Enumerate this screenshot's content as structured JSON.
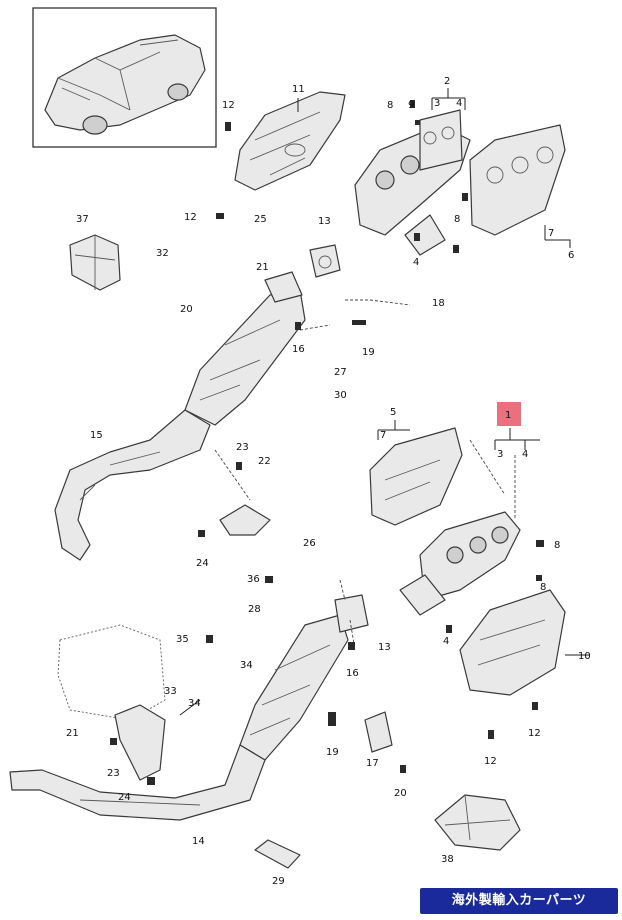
{
  "callouts": [
    {
      "id": "c2a",
      "text": "2"
    },
    {
      "id": "c3a",
      "text": "3"
    },
    {
      "id": "c4a",
      "text": "4"
    },
    {
      "id": "c5",
      "text": "5"
    },
    {
      "id": "c6",
      "text": "6"
    },
    {
      "id": "c7a",
      "text": "7"
    },
    {
      "id": "c7b",
      "text": "7"
    },
    {
      "id": "c8a",
      "text": "8"
    },
    {
      "id": "c8b",
      "text": "8"
    },
    {
      "id": "c9",
      "text": "9"
    },
    {
      "id": "c10",
      "text": "10"
    },
    {
      "id": "c11",
      "text": "11"
    },
    {
      "id": "c12a",
      "text": "12"
    },
    {
      "id": "c12b",
      "text": "12"
    },
    {
      "id": "c12c",
      "text": "12"
    },
    {
      "id": "c12d",
      "text": "12"
    },
    {
      "id": "c13a",
      "text": "13"
    },
    {
      "id": "c13b",
      "text": "13"
    },
    {
      "id": "c14",
      "text": "14"
    },
    {
      "id": "c15",
      "text": "15"
    },
    {
      "id": "c16a",
      "text": "16"
    },
    {
      "id": "c16b",
      "text": "16"
    },
    {
      "id": "c17",
      "text": "17"
    },
    {
      "id": "c18",
      "text": "18"
    },
    {
      "id": "c19a",
      "text": "19"
    },
    {
      "id": "c19b",
      "text": "19"
    },
    {
      "id": "c20a",
      "text": "20"
    },
    {
      "id": "c20b",
      "text": "20"
    },
    {
      "id": "c21a",
      "text": "21"
    },
    {
      "id": "c21b",
      "text": "21"
    },
    {
      "id": "c22",
      "text": "22"
    },
    {
      "id": "c23a",
      "text": "23"
    },
    {
      "id": "c23b",
      "text": "23"
    },
    {
      "id": "c24a",
      "text": "24"
    },
    {
      "id": "c24b",
      "text": "24"
    },
    {
      "id": "c25",
      "text": "25"
    },
    {
      "id": "c26",
      "text": "26"
    },
    {
      "id": "c27",
      "text": "27"
    },
    {
      "id": "c28",
      "text": "28"
    },
    {
      "id": "c29",
      "text": "29"
    },
    {
      "id": "c30",
      "text": "30"
    },
    {
      "id": "c32",
      "text": "32"
    },
    {
      "id": "c33",
      "text": "33"
    },
    {
      "id": "c34a",
      "text": "34"
    },
    {
      "id": "c34b",
      "text": "34"
    },
    {
      "id": "c35",
      "text": "35"
    },
    {
      "id": "c36",
      "text": "36"
    },
    {
      "id": "c37",
      "text": "37"
    },
    {
      "id": "c38",
      "text": "38"
    },
    {
      "id": "c3b",
      "text": "3"
    },
    {
      "id": "c4b",
      "text": "4"
    },
    {
      "id": "c4c",
      "text": "4"
    },
    {
      "id": "c4d",
      "text": "4"
    },
    {
      "id": "c1",
      "text": "1"
    },
    {
      "id": "c8c",
      "text": "8"
    },
    {
      "id": "c8d",
      "text": "8"
    }
  ],
  "watermark": {
    "text": "海外製輸入カーパーツ"
  },
  "highlight_color": "#ec6f7e",
  "accent_color": "#1b2a9a"
}
